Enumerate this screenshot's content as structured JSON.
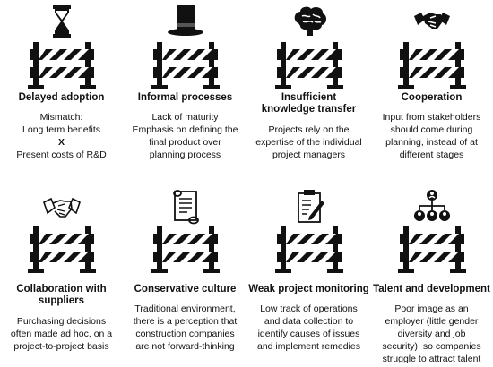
{
  "items": [
    {
      "icon": "hourglass-icon",
      "title": "Delayed adoption",
      "lines": [
        "Mismatch:",
        "Long term benefits",
        "X",
        "Present costs of R&D"
      ]
    },
    {
      "icon": "top-hat-icon",
      "title": "Informal processes",
      "lines": [
        "Lack of maturity",
        "Emphasis on defining the",
        "final product over",
        "planning process"
      ]
    },
    {
      "icon": "brain-icon",
      "title": "Insufficient knowledge transfer",
      "lines": [
        "Projects rely on the",
        "expertise of the individual",
        "project managers"
      ]
    },
    {
      "icon": "handshake-icon",
      "title": "Cooperation",
      "lines": [
        "Input from stakeholders",
        "should come during",
        "planning, instead of at",
        "different stages"
      ]
    },
    {
      "icon": "handshake-outline-icon",
      "title": "Collaboration with suppliers",
      "lines": [
        "Purchasing decisions",
        "often made ad hoc, on a",
        "project-to-project basis"
      ]
    },
    {
      "icon": "scroll-icon",
      "title": "Conservative culture",
      "lines": [
        "Traditional environment,",
        "there is a perception that",
        "construction companies",
        "are not forward-thinking"
      ]
    },
    {
      "icon": "clipboard-icon",
      "title": "Weak project monitoring",
      "lines": [
        "Low track of operations",
        "and data collection to",
        "identify causes of issues",
        "and implement remedies"
      ]
    },
    {
      "icon": "org-chart-icon",
      "title": "Talent and development",
      "lines": [
        "Poor image as an",
        "employer (little gender",
        "diversity and job",
        "security), so companies",
        "struggle to attract talent"
      ]
    }
  ]
}
